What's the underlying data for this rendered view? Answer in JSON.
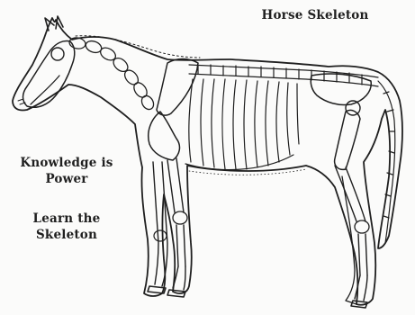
{
  "title": "Horse Skeleton",
  "slogan": {
    "line1": "Knowledge is",
    "line2": "Power"
  },
  "instruction": {
    "line1": "Learn the",
    "line2": "Skeleton"
  },
  "colors": {
    "ink": "#1f1f1f",
    "background": "#fbfbfa"
  }
}
